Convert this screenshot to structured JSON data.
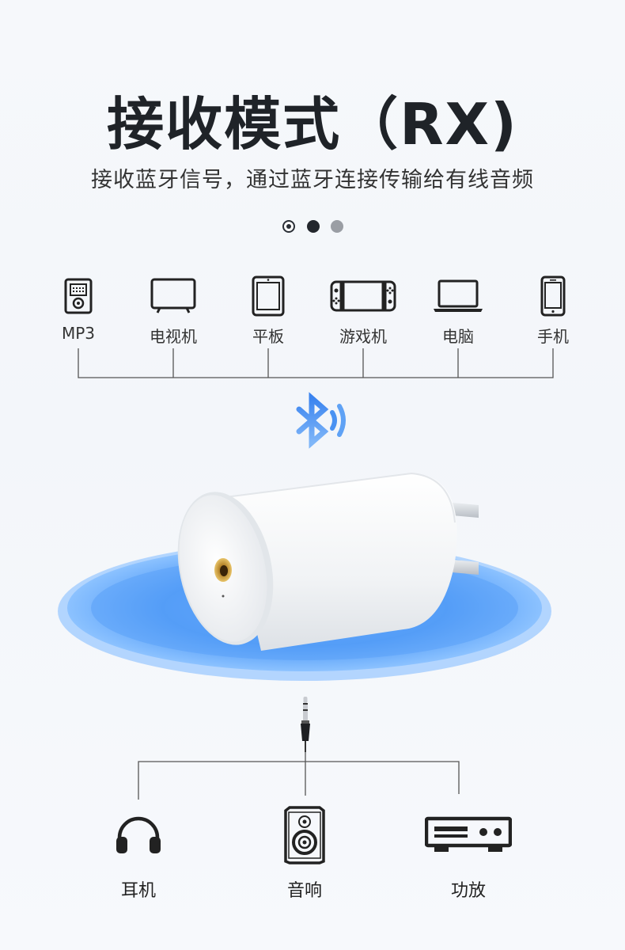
{
  "header": {
    "title": "接收模式（RX)",
    "subtitle": "接收蓝牙信号，通过蓝牙连接传输给有线音频"
  },
  "carousel": {
    "count": 3,
    "active_index": 0
  },
  "sources": [
    {
      "label": "MP3",
      "icon": "mp3-player-icon"
    },
    {
      "label": "电视机",
      "icon": "tv-icon"
    },
    {
      "label": "平板",
      "icon": "tablet-icon"
    },
    {
      "label": "游戏机",
      "icon": "game-console-icon"
    },
    {
      "label": "电脑",
      "icon": "laptop-icon"
    },
    {
      "label": "手机",
      "icon": "phone-icon"
    }
  ],
  "bluetooth": {
    "icon": "bluetooth-icon"
  },
  "outputs": [
    {
      "label": "耳机",
      "icon": "headphones-icon"
    },
    {
      "label": "音响",
      "icon": "speaker-icon"
    },
    {
      "label": "功放",
      "icon": "amplifier-icon"
    }
  ],
  "colors": {
    "accent_blue": "#3d8ef0",
    "title": "#1f2328",
    "icon": "#222222"
  }
}
